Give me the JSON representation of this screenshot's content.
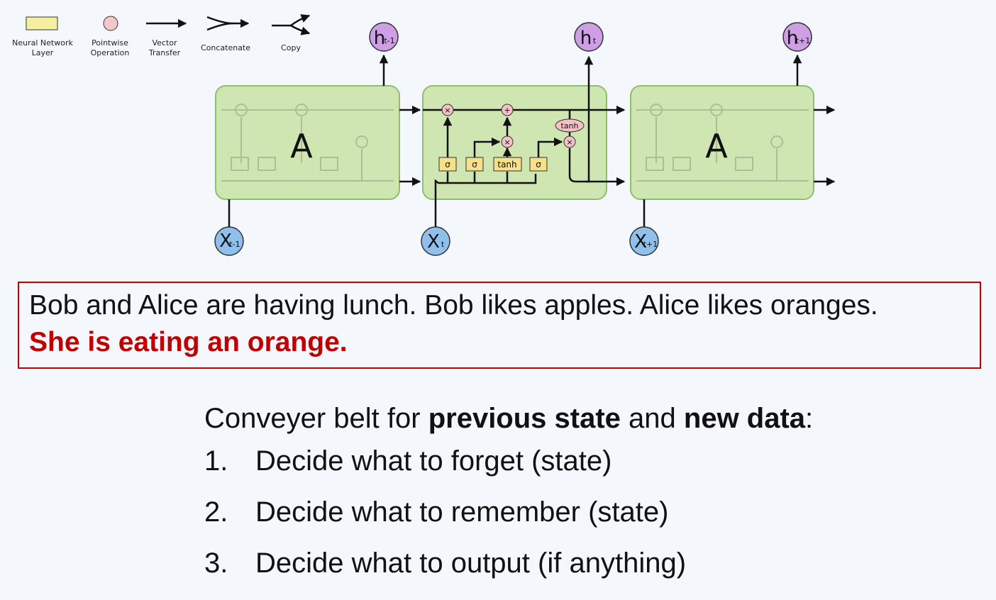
{
  "legend": {
    "neural_network_layer": [
      "Neural Network",
      "Layer"
    ],
    "pointwise_operation": [
      "Pointwise",
      "Operation"
    ],
    "vector_transfer": [
      "Vector",
      "Transfer"
    ],
    "concatenate": "Concatenate",
    "copy": "Copy"
  },
  "diagram": {
    "cell_letter": "A",
    "gates": [
      "σ",
      "σ",
      "tanh",
      "σ"
    ],
    "ops": {
      "multiply": "×",
      "add": "+",
      "tanh": "tanh"
    },
    "inputs": [
      {
        "main": "X",
        "sub": "t-1"
      },
      {
        "main": "X",
        "sub": "t"
      },
      {
        "main": "X",
        "sub": "t+1"
      }
    ],
    "outputs": [
      {
        "main": "h",
        "sub": "t-1"
      },
      {
        "main": "h",
        "sub": "t"
      },
      {
        "main": "h",
        "sub": "t+1"
      }
    ],
    "colors": {
      "cell_fill": "#cfe6b3",
      "cell_stroke": "#8fbf6a",
      "gate_fill": "#f7e08a",
      "op_fill": "#f4c2c6",
      "input_fill": "#8fc0ec",
      "output_fill": "#cf9fe6",
      "emphasis": "#c00000"
    }
  },
  "example": {
    "plain": "Bob and Alice are having lunch. Bob likes apples. Alice likes oranges.",
    "emphasis": "She is eating an orange."
  },
  "notes": {
    "prefix": "Conveyer belt for ",
    "bold1": "previous state",
    "mid": " and ",
    "bold2": "new data",
    "suffix": ":",
    "steps": [
      {
        "num": "1.",
        "text": "Decide what to forget (state)"
      },
      {
        "num": "2.",
        "text": "Decide what to remember (state)"
      },
      {
        "num": "3.",
        "text": "Decide what to output (if anything)"
      }
    ]
  }
}
